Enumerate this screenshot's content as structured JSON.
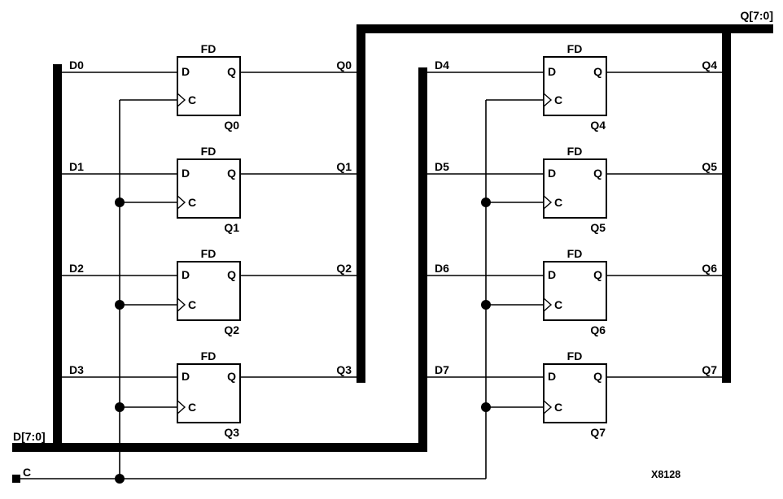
{
  "schematic": {
    "part_number": "X8128",
    "d_bus_label": "D[7:0]",
    "q_bus_label": "Q[7:0]",
    "clock_label": "C"
  },
  "flipflops": [
    {
      "type": "FD",
      "instance": "Q0",
      "d_net": "D0",
      "q_net": "Q0",
      "pin_d": "D",
      "pin_q": "Q",
      "pin_c": "C"
    },
    {
      "type": "FD",
      "instance": "Q1",
      "d_net": "D1",
      "q_net": "Q1",
      "pin_d": "D",
      "pin_q": "Q",
      "pin_c": "C"
    },
    {
      "type": "FD",
      "instance": "Q2",
      "d_net": "D2",
      "q_net": "Q2",
      "pin_d": "D",
      "pin_q": "Q",
      "pin_c": "C"
    },
    {
      "type": "FD",
      "instance": "Q3",
      "d_net": "D3",
      "q_net": "Q3",
      "pin_d": "D",
      "pin_q": "Q",
      "pin_c": "C"
    },
    {
      "type": "FD",
      "instance": "Q4",
      "d_net": "D4",
      "q_net": "Q4",
      "pin_d": "D",
      "pin_q": "Q",
      "pin_c": "C"
    },
    {
      "type": "FD",
      "instance": "Q5",
      "d_net": "D5",
      "q_net": "Q5",
      "pin_d": "D",
      "pin_q": "Q",
      "pin_c": "C"
    },
    {
      "type": "FD",
      "instance": "Q6",
      "d_net": "D6",
      "q_net": "Q6",
      "pin_d": "D",
      "pin_q": "Q",
      "pin_c": "C"
    },
    {
      "type": "FD",
      "instance": "Q7",
      "d_net": "D7",
      "q_net": "Q7",
      "pin_d": "D",
      "pin_q": "Q",
      "pin_c": "C"
    }
  ],
  "colors": {
    "ink": "#000000",
    "background": "#ffffff"
  }
}
